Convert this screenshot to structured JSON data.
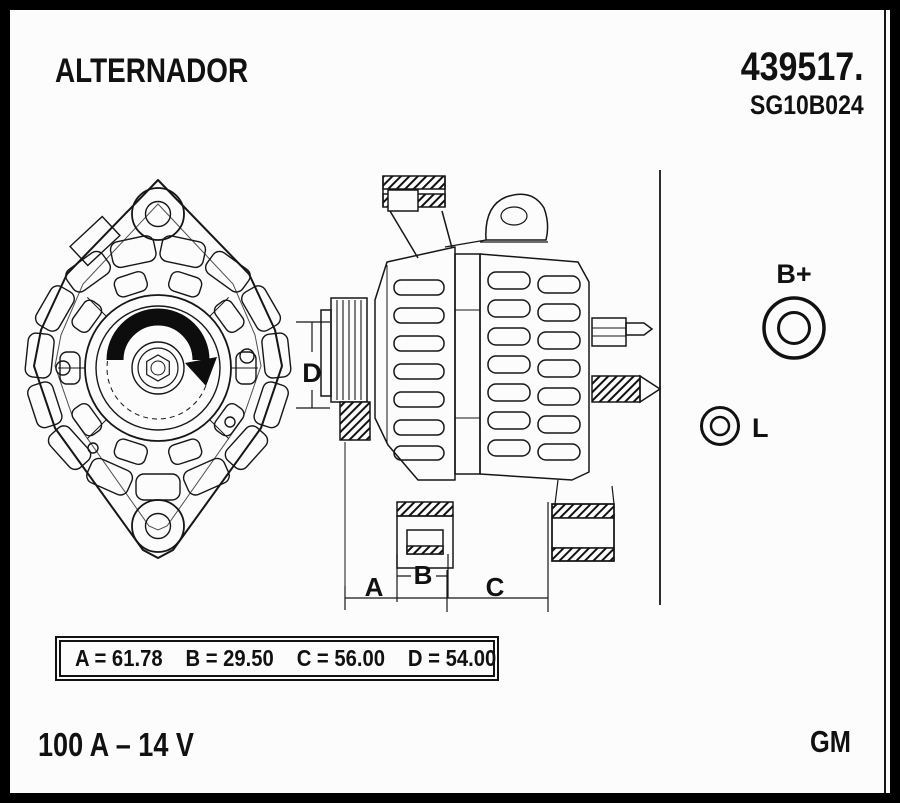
{
  "header": {
    "title": "ALTERNADOR",
    "part_number": "439517.",
    "part_code": "SG10B024"
  },
  "drawing": {
    "terminal_b_label": "B+",
    "terminal_l_label": "L",
    "dim_a_label": "A",
    "dim_b_label": "B",
    "dim_c_label": "C",
    "dim_d_label": "D"
  },
  "dimensions_box": {
    "items": [
      {
        "text": "A = 61.78"
      },
      {
        "text": "B = 29.50"
      },
      {
        "text": "C = 56.00"
      },
      {
        "text": "D = 54.00"
      }
    ]
  },
  "footer": {
    "rating": "100 A – 14 V",
    "brand": "GM"
  },
  "colors": {
    "ink": "#111111",
    "paper": "#fcfcfc",
    "frame": "#000000"
  }
}
